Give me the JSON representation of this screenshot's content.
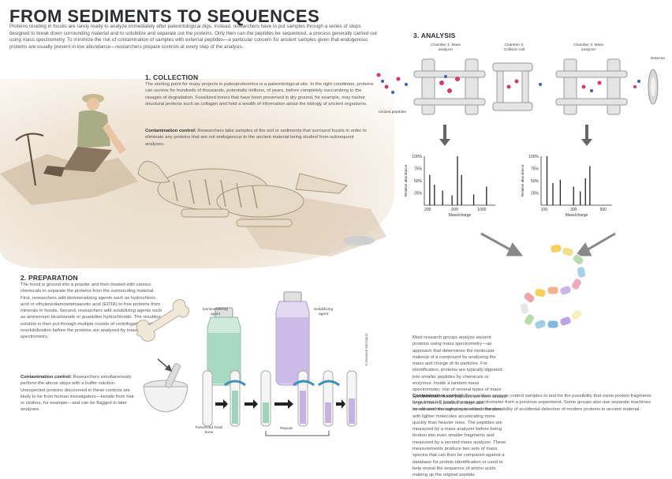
{
  "title": "FROM SEDIMENTS TO SEQUENCES",
  "intro": "Proteins residing in fossils are rarely ready to analyze immediately after paleontological digs. Instead, researchers have to put samples through a series of steps designed to break down surrounding material and to solubilize and separate out the proteins. Only then can the peptides be sequenced, a process generally carried out using mass spectrometry. To minimize the risk of contamination of samples with external peptides—a particular concern for ancient samples given that endogenous proteins are usually present in low abundance—researchers prepare controls at every step of the analysis.",
  "collection": {
    "heading": "1. COLLECTION",
    "text": "The starting point for many projects in paleoproteomics is a paleontological site. In the right conditions, proteins can survive for hundreds of thousands, potentially millions, of years, before completely succumbing to the ravages of degradation. Fossilized bones that have been preserved in dry ground, for example, may harbor structural proteins such as collagen and hold a wealth of information about the biology of ancient organisms.",
    "control_label": "Contamination control:",
    "control_text": " Researchers take samples of the soil or sediments that surround fossils in order to eliminate any proteins that are not endogenous to the ancient material being studied from subsequent analyses."
  },
  "preparation": {
    "heading": "2. PREPARATION",
    "text": "The fossil is ground into a powder and then treated with various chemicals to separate the proteins from the surrounding material. First, researchers add demineralizing agents such as hydrochloric acid or ethylenediaminetetraacetic acid (EDTA) to free proteins from minerals in fossils. Second, researchers add solubilizing agents such as ammonium bicarbonate or guanidine hydrochloride. The resulting solution is then put through multiple rounds of centrifugation and resolubilization before the proteins are analyzed by mass spectrometry.",
    "control_label": "Contamination control:",
    "control_text": " Researchers simultaneously perform the above steps with a buffer solution. Unexpected proteins discovered in these controls are likely to be from human investigators—keratin from hair or clothes, for example—and can be flagged in later analyses.",
    "bottle1_label": "Demineralizing agent",
    "bottle2_label": "Solubilizing agent",
    "powder_label": "Pulverized fossil bone",
    "repeat_label": "Repeat",
    "credit": "© GEORGE RETSECK"
  },
  "analysis": {
    "heading": "3. ANALYSIS",
    "chamber1": "Chamber 1: Mass analyzer",
    "chamber2": "Chamber 2: Collision cell",
    "chamber3": "Chamber 3: Mass analyzer",
    "detector": "Detector",
    "ionized": "Ionized peptides",
    "text": "Most research groups analyze ancient proteins using mass spectrometry—an approach that determines the molecular makeup of a compound by analyzing the mass and charge of its particles. For identification, proteins are typically digested into smaller peptides by chemicals or enzymes. Inside a tandem mass spectrometer, one of several types of mass spectrometer, these peptides are then ionized to give them a positive charge and accelerated through a specialized chamber, with lighter molecules accelerating more quickly than heavier ones. The peptides are measured by a mass analyzer before being broken into even smaller fragments and measured by a second mass analyzer. These measurements produce two sets of mass spectra that can then be compared against a database for protein identification or used to help reveal the sequence of amino acids making up the original peptide.",
    "control_label": "Contamination control:",
    "control_text": " Researchers analyze control samples to test for the possibility that some protein fragments have been left inside the mass spectrometer from a previous experiment. Some groups also use separate machines for old and new samples to reduce the possibility of accidental detection of modern proteins in ancient material."
  },
  "chart_data": [
    {
      "type": "bar",
      "xlabel": "Mass/charge",
      "ylabel": "Relative abundance",
      "xticks": [
        "200",
        "600",
        "1000"
      ],
      "yticks": [
        "25%",
        "50%",
        "75%",
        "100%"
      ],
      "x": [
        230,
        300,
        420,
        560,
        640,
        700,
        880,
        1070
      ],
      "values": [
        0.62,
        0.42,
        0.3,
        0.2,
        1.0,
        0.62,
        0.22,
        0.38
      ]
    },
    {
      "type": "bar",
      "xlabel": "Mass/charge",
      "ylabel": "Relative abundance",
      "xticks": [
        "100",
        "300",
        "500"
      ],
      "yticks": [
        "25%",
        "50%",
        "75%",
        "100%"
      ],
      "x": [
        120,
        160,
        210,
        300,
        345,
        380,
        410
      ],
      "values": [
        1.0,
        0.45,
        0.52,
        0.38,
        0.28,
        0.55,
        0.8
      ]
    }
  ]
}
